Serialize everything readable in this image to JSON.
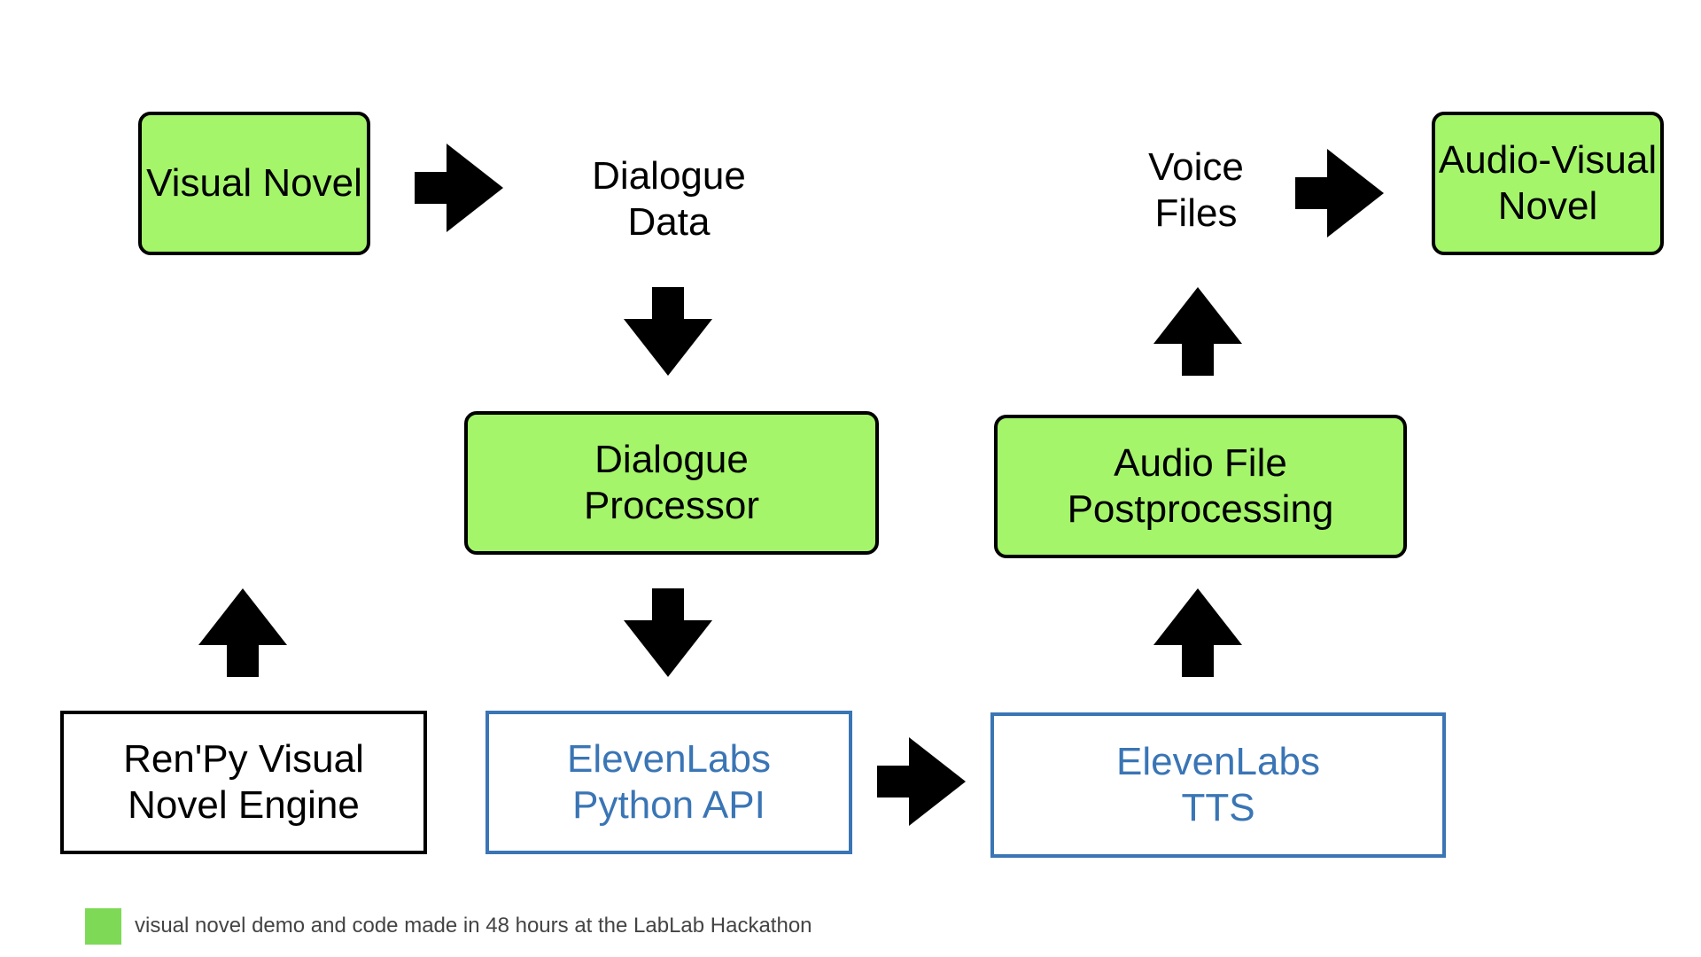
{
  "nodes": {
    "visual_novel": {
      "line1": "Visual Novel"
    },
    "dialogue_data": {
      "line1": "Dialogue",
      "line2": "Data"
    },
    "voice_files": {
      "line1": "Voice",
      "line2": "Files"
    },
    "audio_visual_novel": {
      "line1": "Audio-Visual",
      "line2": "Novel"
    },
    "dialogue_processor": {
      "line1": "Dialogue",
      "line2": "Processor"
    },
    "audio_postprocessing": {
      "line1": "Audio File",
      "line2": "Postprocessing"
    },
    "renpy_engine": {
      "line1": "Ren'Py Visual",
      "line2": "Novel Engine"
    },
    "elevenlabs_api": {
      "line1": "ElevenLabs",
      "line2": "Python API"
    },
    "elevenlabs_tts": {
      "line1": "ElevenLabs",
      "line2": "TTS"
    }
  },
  "legend": {
    "text": "visual novel demo and code made in 48 hours at the LabLab Hackathon",
    "swatch_color": "#7ed957"
  },
  "colors": {
    "green_fill": "#a5f56b",
    "blue_stroke": "#3a75b5",
    "black": "#000000"
  }
}
